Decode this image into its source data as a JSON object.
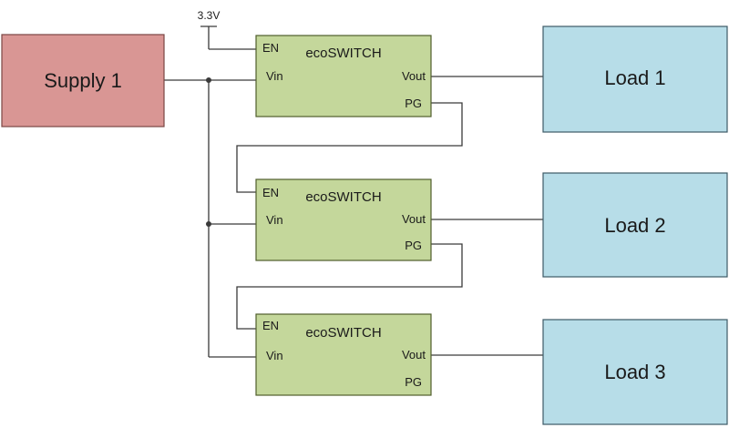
{
  "supply": {
    "label": "Supply 1",
    "fill": "#d99694",
    "stroke": "#7a4544"
  },
  "rail": {
    "label": "3.3V"
  },
  "switches": [
    {
      "title": "ecoSWITCH",
      "pin_en": "EN",
      "pin_vin": "Vin",
      "pin_vout": "Vout",
      "pin_pg": "PG"
    },
    {
      "title": "ecoSWITCH",
      "pin_en": "EN",
      "pin_vin": "Vin",
      "pin_vout": "Vout",
      "pin_pg": "PG"
    },
    {
      "title": "ecoSWITCH",
      "pin_en": "EN",
      "pin_vin": "Vin",
      "pin_vout": "Vout",
      "pin_pg": "PG"
    }
  ],
  "switch_style": {
    "fill": "#c4d79b",
    "stroke": "#4f5e2c"
  },
  "loads": [
    {
      "label": "Load 1"
    },
    {
      "label": "Load 2"
    },
    {
      "label": "Load 3"
    }
  ],
  "load_style": {
    "fill": "#b7dde8",
    "stroke": "#3d5a66"
  }
}
